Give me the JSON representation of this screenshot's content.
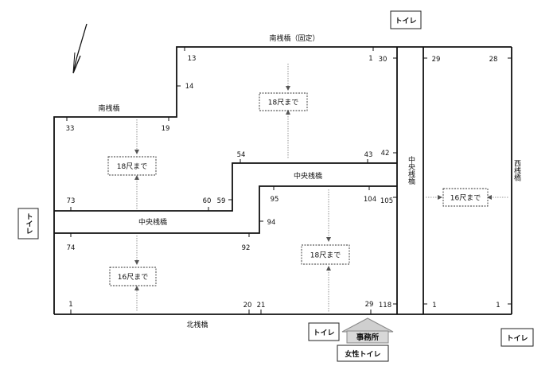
{
  "piers": {
    "minami_fixed": "南桟橋（固定）",
    "minami": "南桟橋",
    "chuo_upper": "中央桟橋",
    "chuo_lower": "中央桟橋",
    "chuo_vertical": "中央桟橋",
    "nishi": "西桟橋",
    "kita": "北桟橋"
  },
  "berth_numbers": {
    "n13": "13",
    "n1_top": "1",
    "n30": "30",
    "n29_top": "29",
    "n28": "28",
    "n14": "14",
    "n33": "33",
    "n19": "19",
    "n54": "54",
    "n43": "43",
    "n42": "42",
    "n95": "95",
    "n104": "104",
    "n105": "105",
    "n73": "73",
    "n60": "60",
    "n59": "59",
    "n94": "94",
    "n74": "74",
    "n92": "92",
    "n1_bl": "1",
    "n20": "20",
    "n21": "21",
    "n29_bot": "29",
    "n118": "118",
    "n1_br_a": "1",
    "n1_br_b": "1"
  },
  "depth_labels": {
    "d1": "18尺まで",
    "d2": "18尺まで",
    "d3": "18尺まで",
    "d4": "16尺まで",
    "d5": "16尺まで"
  },
  "facilities": {
    "toilet_top": "トイレ",
    "toilet_left": "トイレ",
    "toilet_bottom": "トイレ",
    "toilet_bottom_right": "トイレ",
    "office": "事務所",
    "women_toilet": "女性トイレ"
  },
  "icons": {
    "north_arrow": "north-arrow-icon"
  }
}
